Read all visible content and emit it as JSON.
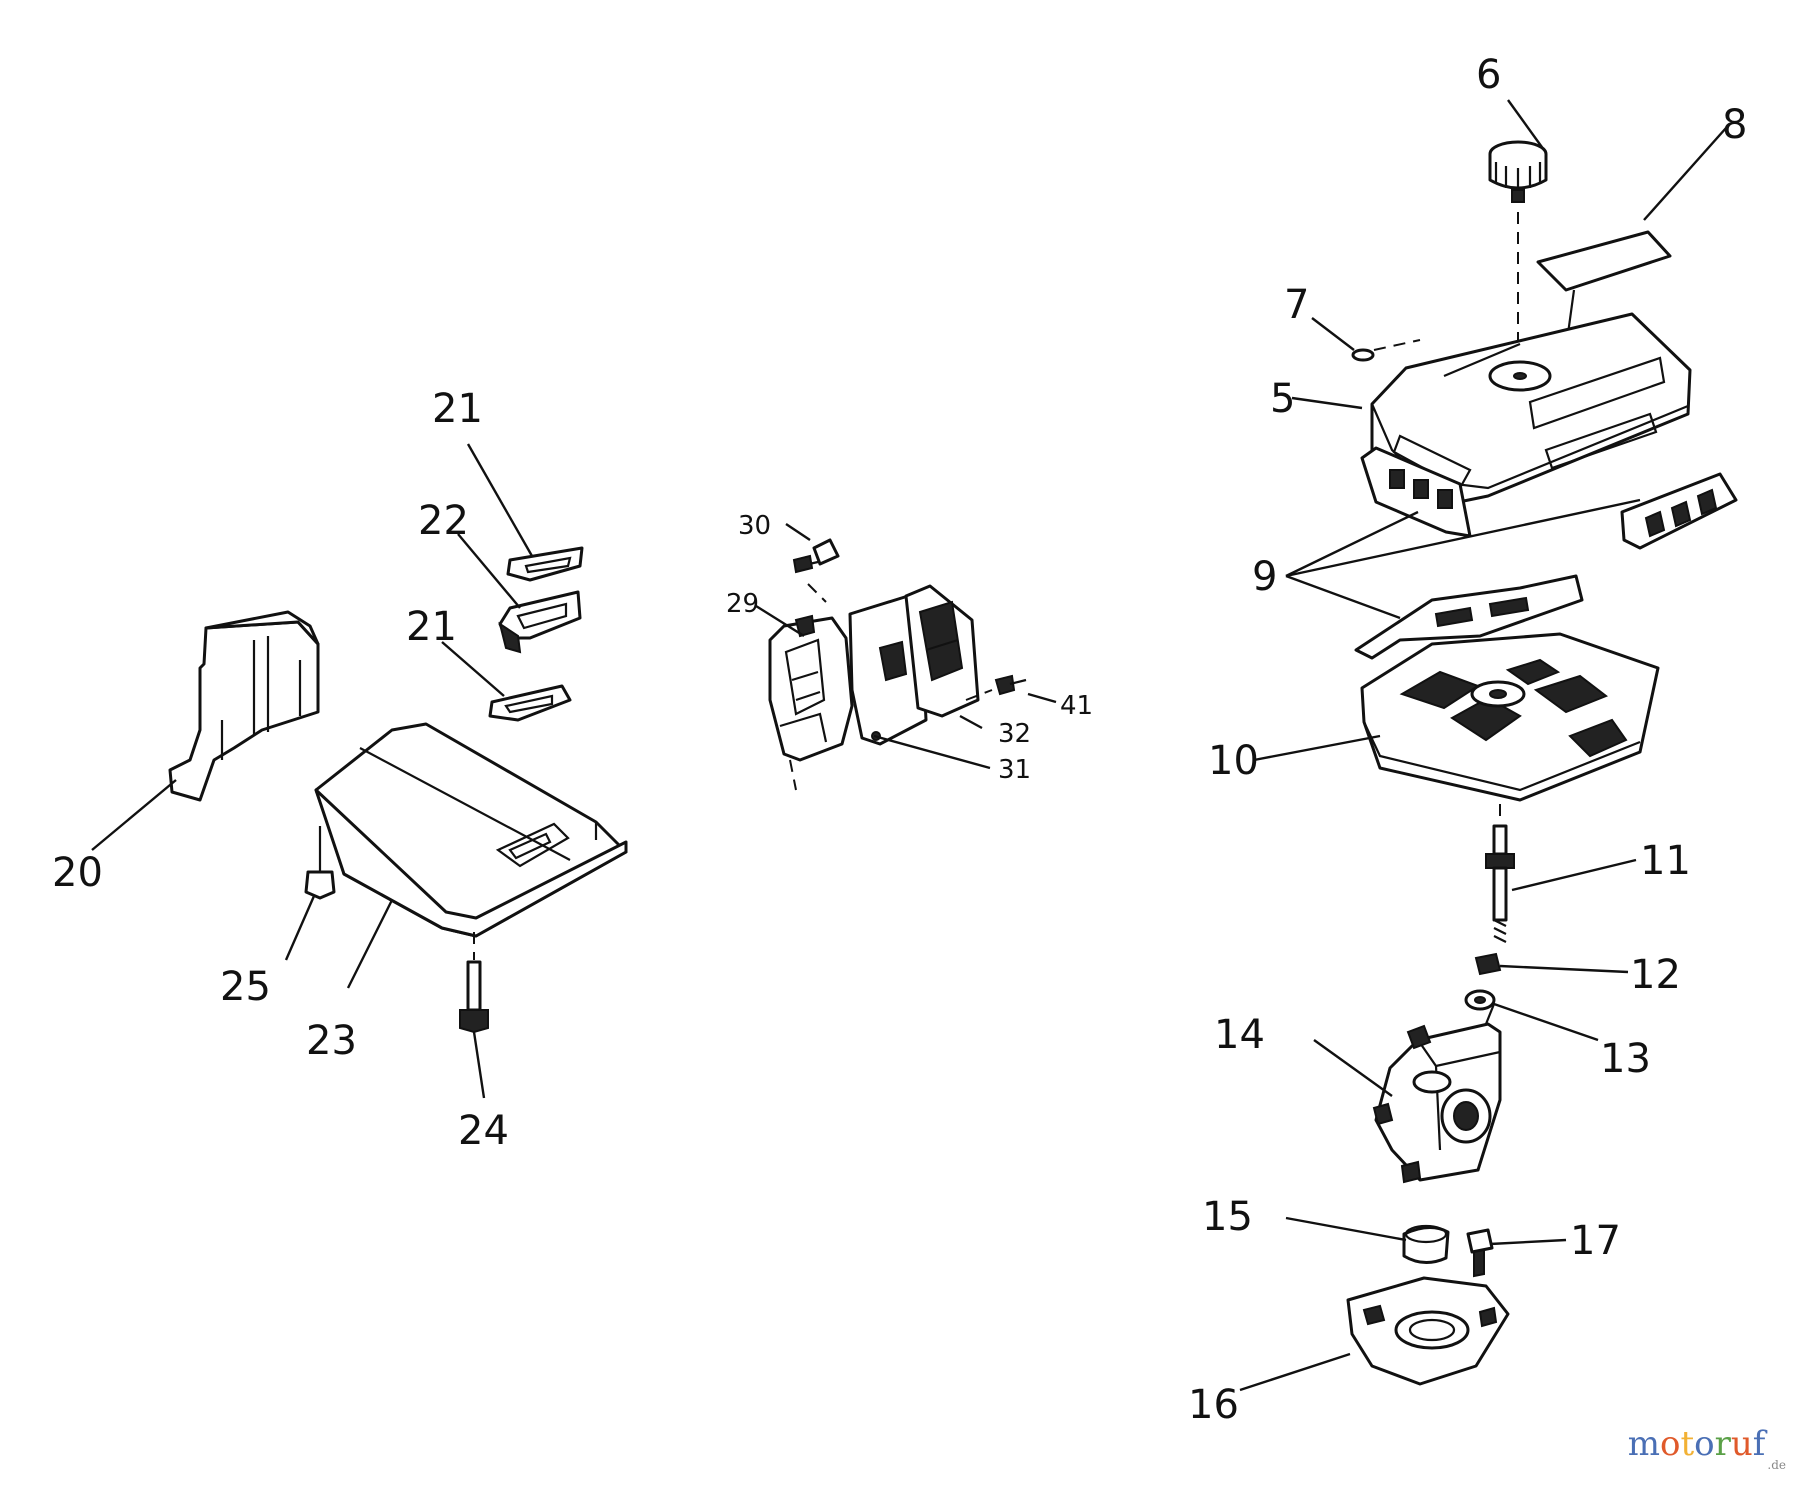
{
  "callouts": {
    "c5": "5",
    "c6": "6",
    "c7": "7",
    "c8": "8",
    "c9": "9",
    "c10": "10",
    "c11": "11",
    "c12": "12",
    "c13": "13",
    "c14": "14",
    "c15": "15",
    "c16": "16",
    "c17": "17",
    "c20": "20",
    "c21a": "21",
    "c21b": "21",
    "c22": "22",
    "c23": "23",
    "c24": "24",
    "c25": "25",
    "c29": "29",
    "c30": "30",
    "c31": "31",
    "c32": "32",
    "c41": "41"
  },
  "watermark": {
    "letters": [
      "m",
      "o",
      "t",
      "o",
      "r",
      "u",
      "f"
    ],
    "colors": [
      "#4a6fb5",
      "#e05a2b",
      "#f2b134",
      "#4a6fb5",
      "#5aa047",
      "#e05a2b",
      "#4a6fb5"
    ],
    "suffix": ".de"
  }
}
